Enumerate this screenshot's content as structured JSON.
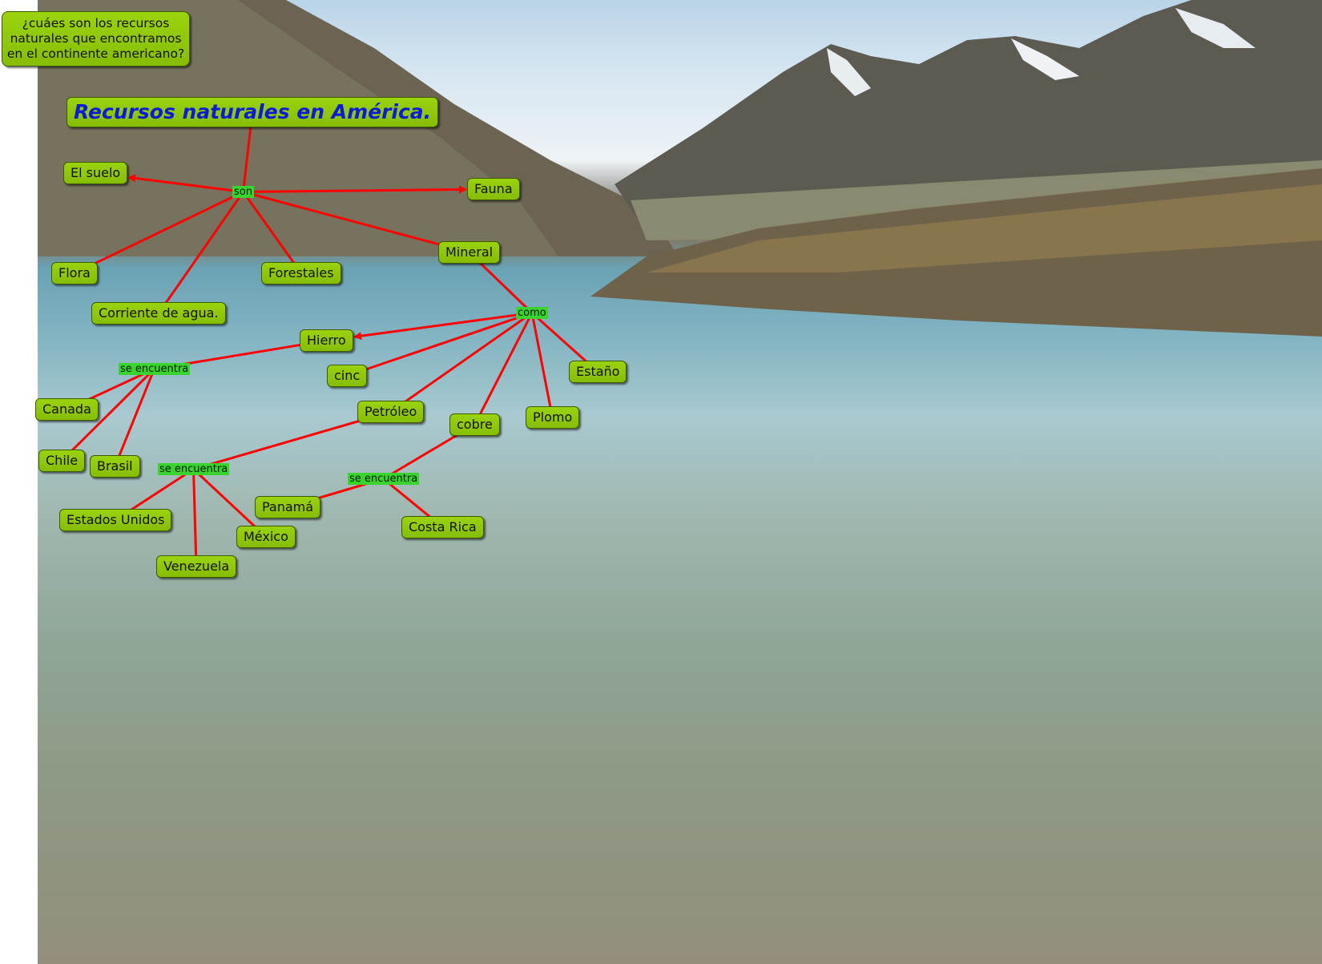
{
  "question": "¿cuáes son los recursos naturales que encontramos en el continente americano?",
  "title": "Recursos naturales en América.",
  "links": {
    "son": "son",
    "como": "como",
    "se_encuentra_1": "se encuentra",
    "se_encuentra_2": "se encuentra",
    "se_encuentra_3": "se encuentra"
  },
  "resources": {
    "el_suelo": "El suelo",
    "fauna": "Fauna",
    "flora": "Flora",
    "forestales": "Forestales",
    "mineral": "Mineral",
    "corriente": "Corriente de agua."
  },
  "minerals": {
    "hierro": "Hierro",
    "cinc": "cinc",
    "estano": "Estaño",
    "petroleo": "Petróleo",
    "cobre": "cobre",
    "plomo": "Plomo"
  },
  "countries": {
    "canada": "Canada",
    "chile": "Chile",
    "brasil": "Brasil",
    "estados_unidos": "Estados Unidos",
    "venezuela": "Venezuela",
    "mexico": "México",
    "panama": "Panamá",
    "costa_rica": "Costa Rica"
  },
  "colors": {
    "node_fill": "#8fc80a",
    "link_label_fill": "#3ad42e",
    "connector": "#ff0000",
    "title_text": "#0d1bd6"
  }
}
